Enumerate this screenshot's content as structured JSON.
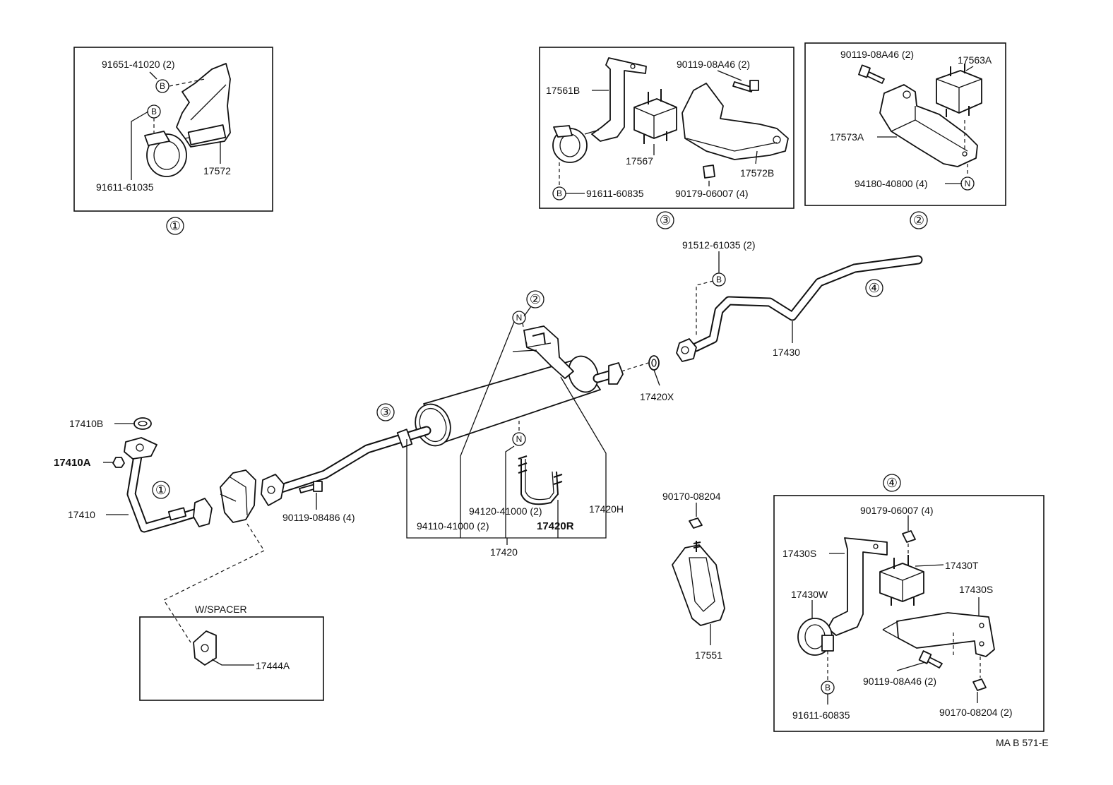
{
  "diagram_code": "MA B 571-E",
  "view_numbers": {
    "v1": "①",
    "v2": "②",
    "v3": "③",
    "v4": "④"
  },
  "symbols": {
    "b": "B",
    "n": "N"
  },
  "inset1": {
    "p91651": "91651-41020 (2)",
    "p91611": "91611-61035",
    "p17572": "17572"
  },
  "inset3": {
    "p17561b": "17561B",
    "p90119": "90119-08A46 (2)",
    "p17567": "17567",
    "p17572b": "17572B",
    "p91611": "91611-60835",
    "p90179": "90179-06007 (4)"
  },
  "inset2": {
    "p90119": "90119-08A46 (2)",
    "p17563a": "17563A",
    "p17573a": "17573A",
    "p94180": "94180-40800 (4)"
  },
  "main": {
    "p91512": "91512-61035 (2)",
    "p17430": "17430",
    "p17420x": "17420X",
    "p17410b": "17410B",
    "p17410a": "17410A",
    "p17410": "17410",
    "p90119_08486": "90119-08486 (4)",
    "p94120": "94120-41000 (2)",
    "p94110": "94110-41000 (2)",
    "p17420r": "17420R",
    "p17420h": "17420H",
    "p17420": "17420",
    "p90170": "90170-08204",
    "p17551": "17551"
  },
  "spacer": {
    "title": "W/SPACER",
    "p17444a": "17444A"
  },
  "inset4": {
    "p90179": "90179-06007 (4)",
    "p17430s_a": "17430S",
    "p17430t": "17430T",
    "p17430s_b": "17430S",
    "p17430w": "17430W",
    "p90119": "90119-08A46 (2)",
    "p91611": "91611-60835",
    "p90170": "90170-08204 (2)"
  }
}
